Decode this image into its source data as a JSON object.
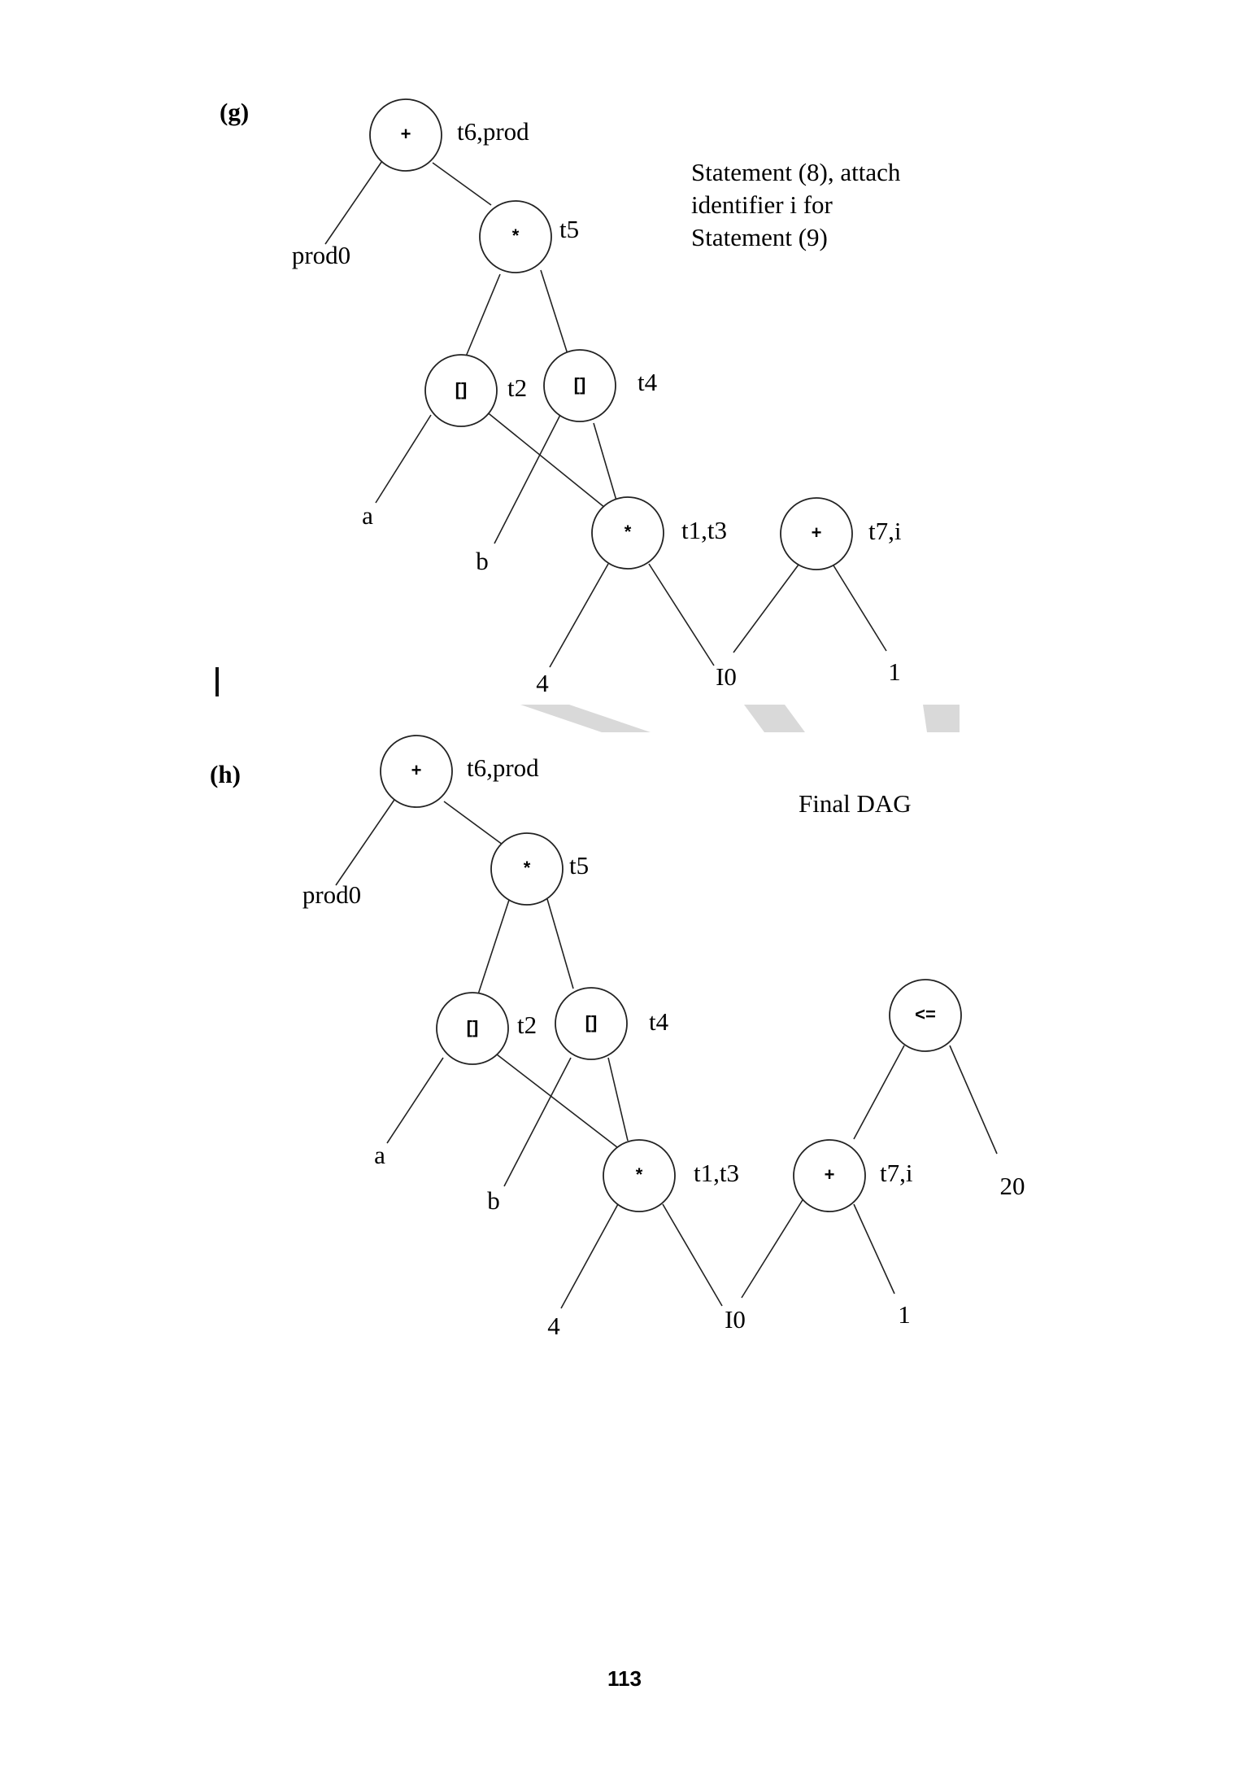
{
  "page_number": "113",
  "diagrams": {
    "g": {
      "caption": "(g)",
      "note_lines": [
        "Statement (8), attach",
        "identifier i for",
        "Statement (9)"
      ],
      "nodes": {
        "plus_top": {
          "op": "+",
          "label": "t6,prod"
        },
        "mul_t5": {
          "op": "*",
          "label": "t5"
        },
        "idx_t2": {
          "op": "[]",
          "label": "t2"
        },
        "idx_t4": {
          "op": "[]",
          "label": "t4"
        },
        "mul_t1t3": {
          "op": "*",
          "label": "t1,t3"
        },
        "plus_t7": {
          "op": "+",
          "label": "t7,i"
        }
      },
      "leaves": {
        "prod0": "prod0",
        "a": "a",
        "b": "b",
        "four": "4",
        "i0": "I0",
        "one": "1"
      }
    },
    "h": {
      "caption": "(h)",
      "note_lines": [
        "Final DAG"
      ],
      "nodes": {
        "plus_top": {
          "op": "+",
          "label": "t6,prod"
        },
        "mul_t5": {
          "op": "*",
          "label": "t5"
        },
        "idx_t2": {
          "op": "[]",
          "label": "t2"
        },
        "idx_t4": {
          "op": "[]",
          "label": "t4"
        },
        "mul_t1t3": {
          "op": "*",
          "label": "t1,t3"
        },
        "plus_t7": {
          "op": "+",
          "label": "t7,i"
        },
        "le": {
          "op": "<=",
          "label": ""
        }
      },
      "leaves": {
        "prod0": "prod0",
        "a": "a",
        "b": "b",
        "four": "4",
        "i0": "I0",
        "one": "1",
        "twenty": "20"
      }
    }
  }
}
